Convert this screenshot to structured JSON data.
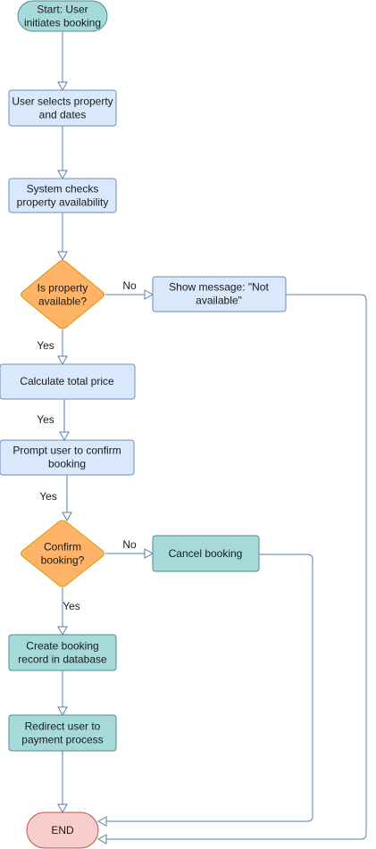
{
  "colors": {
    "process_fill": "#dae8fc",
    "process_stroke": "#6c8ebf",
    "decision_fill": "#ffb366",
    "decision_stroke": "#d79b00",
    "teal_fill": "#a6dada",
    "teal_stroke": "#4d8c8c",
    "end_fill": "#f8cecc",
    "end_stroke": "#b85450",
    "edge": "#5b7fa6"
  },
  "nodes": {
    "start": [
      "Start: User",
      "initiates booking"
    ],
    "select_property": [
      "User selects property",
      "and dates"
    ],
    "check_availability": [
      "System checks",
      "property availability"
    ],
    "is_available": [
      "Is property",
      "available?"
    ],
    "show_not_available": [
      "Show message: \"Not",
      "available\""
    ],
    "calculate_price": [
      "Calculate total price"
    ],
    "prompt_confirm": [
      "Prompt user to confirm",
      "booking"
    ],
    "confirm_booking": [
      "Confirm",
      "booking?"
    ],
    "cancel_booking": [
      "Cancel booking"
    ],
    "create_record": [
      "Create booking",
      "record in database"
    ],
    "redirect_payment": [
      "Redirect user to",
      "payment process"
    ],
    "end": [
      "END"
    ]
  },
  "edge_labels": {
    "available_no": "No",
    "available_yes": "Yes",
    "price_yes": "Yes",
    "prompt_yes": "Yes",
    "confirm_no": "No",
    "confirm_yes": "Yes"
  }
}
